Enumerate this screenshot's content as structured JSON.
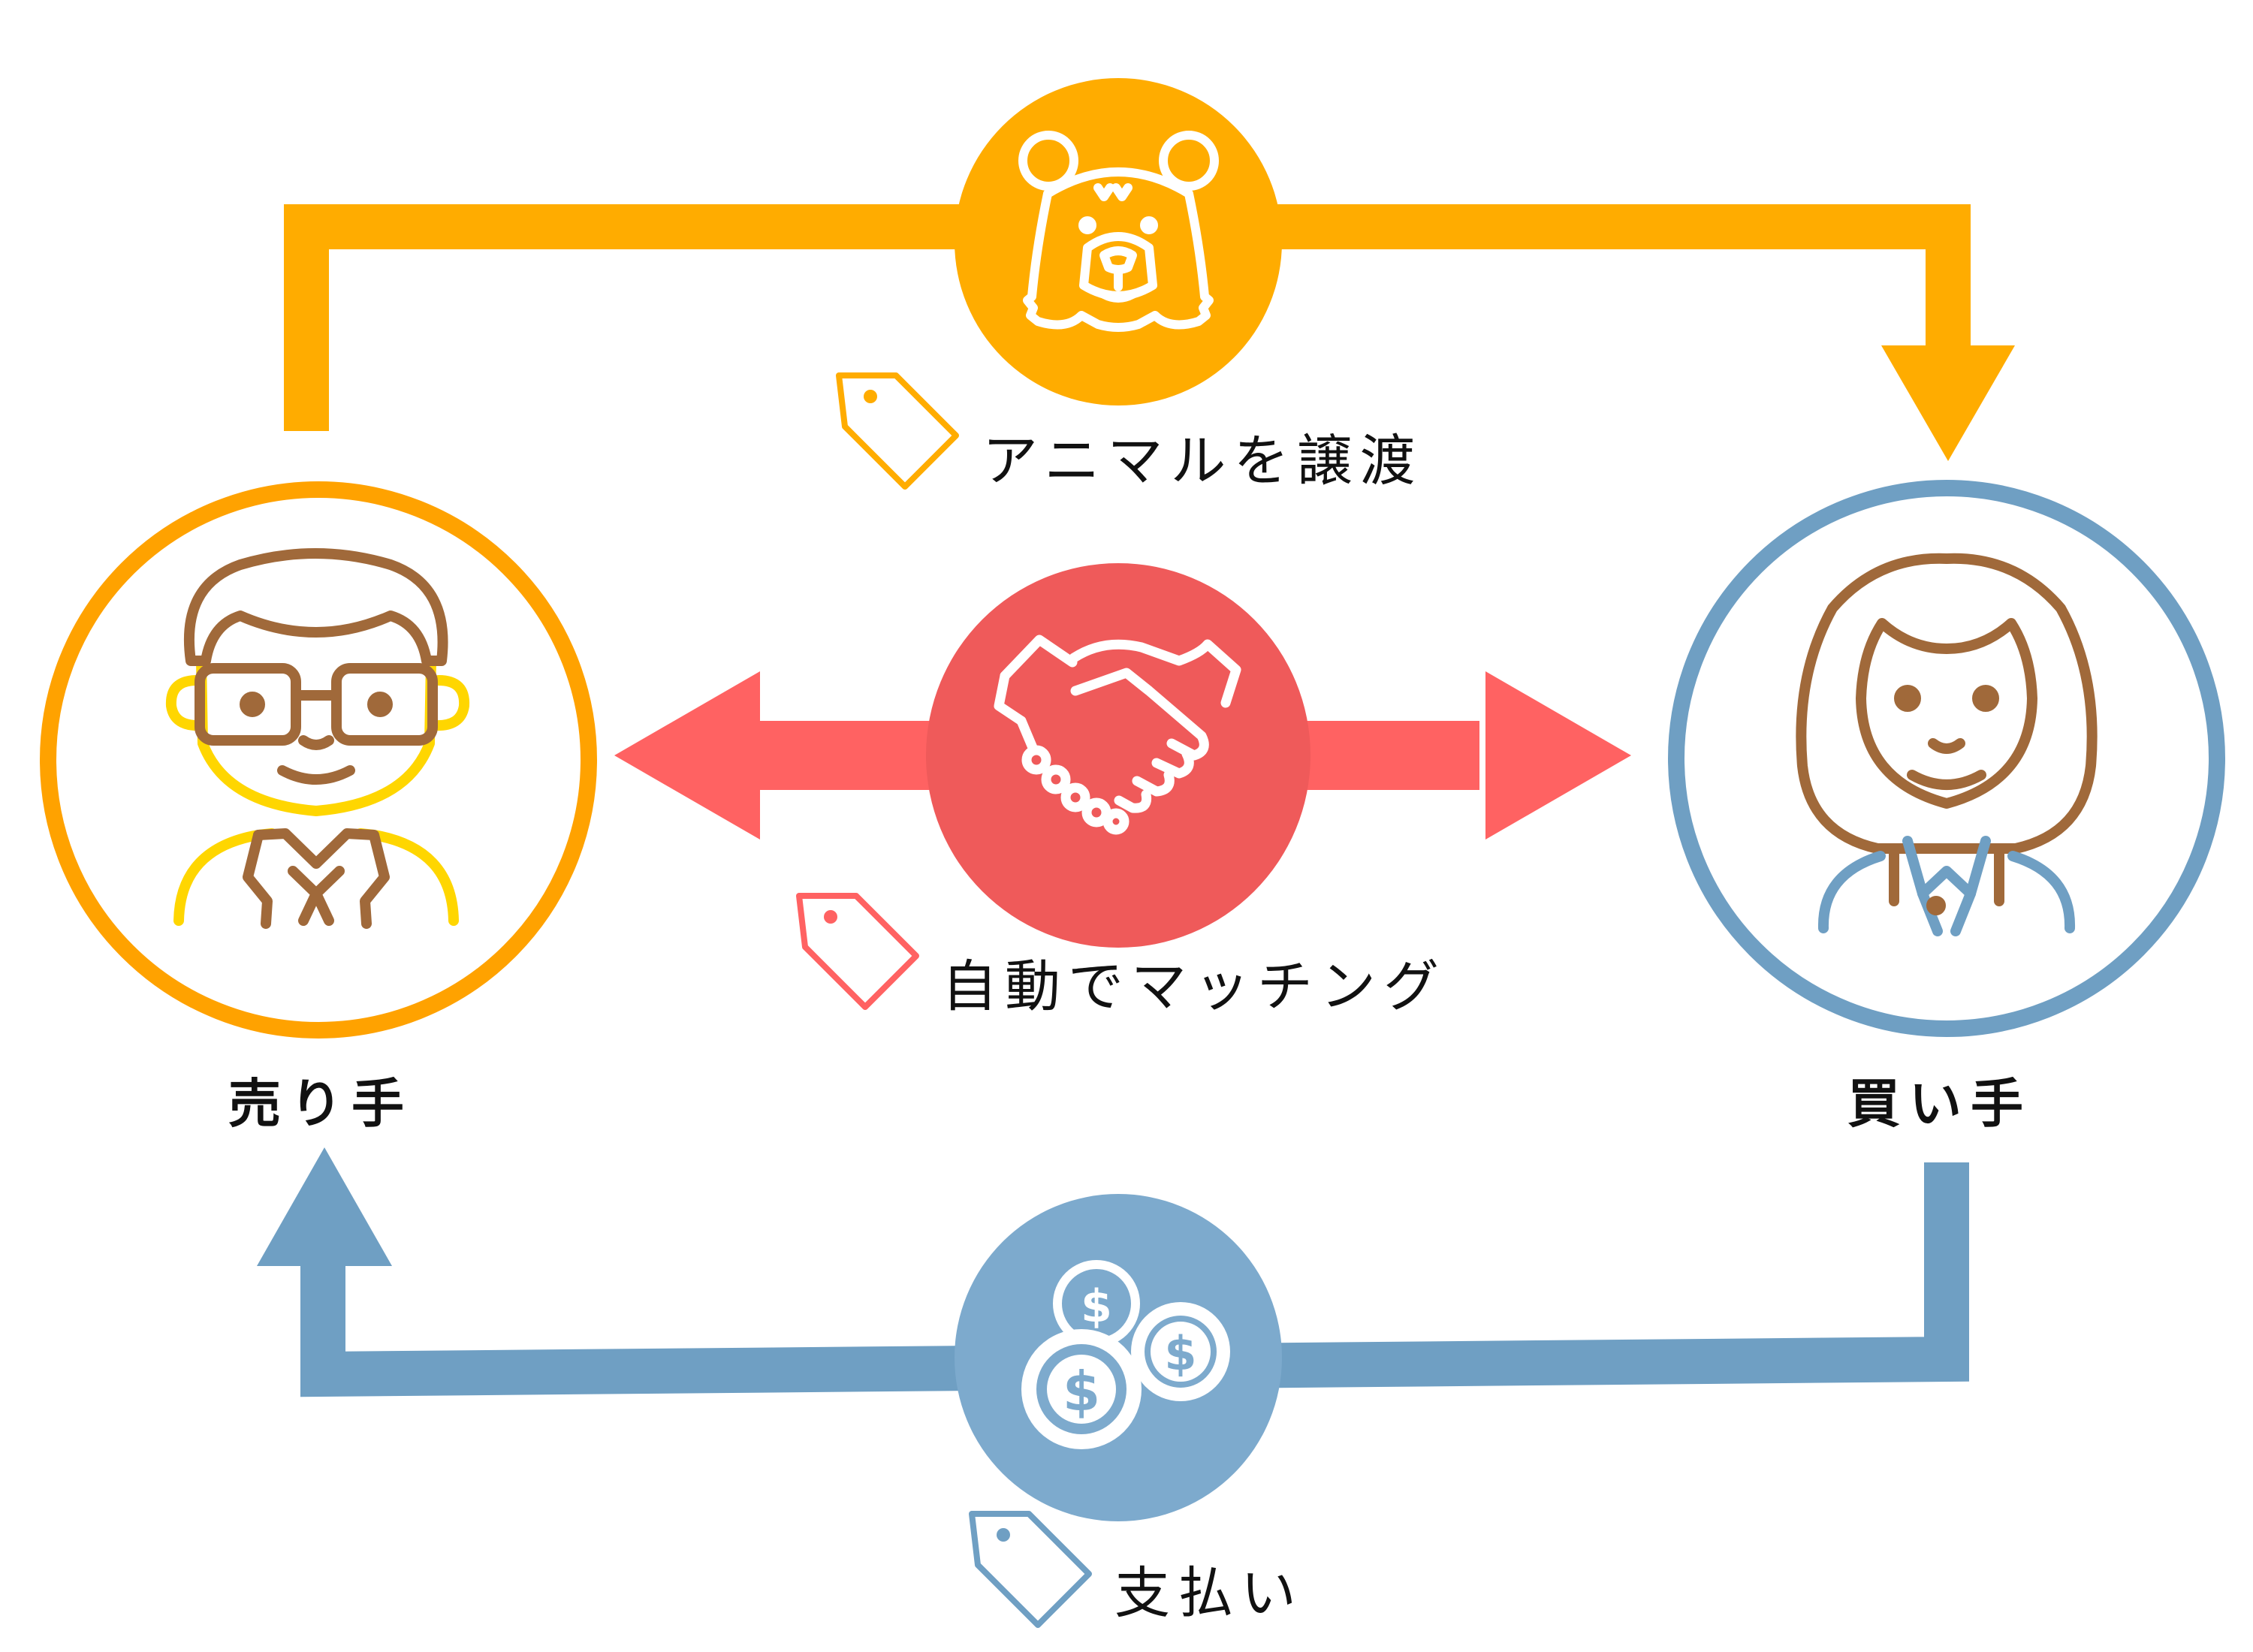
{
  "colors": {
    "animal_flow": "#FFAC00",
    "matching": "#FF6262",
    "matching_circle": "#EF5A5A",
    "payment_flow": "#6F9FC3",
    "payment_circle": "#7DAACD",
    "seller_ring": "#FFA200",
    "buyer_ring": "#6F9FC3",
    "figure_brown": "#A0693A",
    "seller_accent": "#FFD600",
    "buyer_accent": "#6F9FC3"
  },
  "nodes": {
    "seller": {
      "label": "売り手",
      "icon": "man-with-glasses-icon"
    },
    "buyer": {
      "label": "買い手",
      "icon": "woman-icon"
    }
  },
  "flows": {
    "transfer": {
      "label": "アニマルを譲渡",
      "icon": "bear-icon",
      "tag_icon": "price-tag-icon"
    },
    "matching": {
      "label": "自動でマッチング",
      "icon": "handshake-icon",
      "tag_icon": "price-tag-icon"
    },
    "payment": {
      "label": "支払い",
      "icon": "coins-icon",
      "tag_icon": "price-tag-icon"
    }
  }
}
